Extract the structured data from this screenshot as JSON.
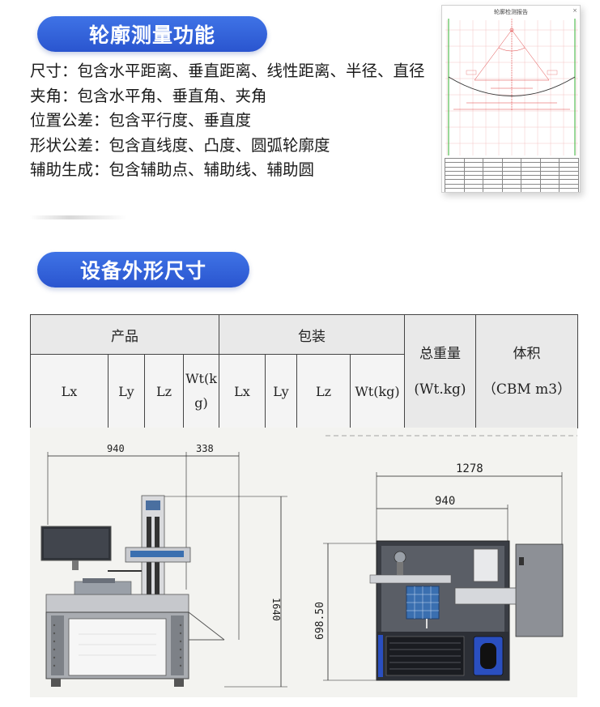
{
  "section1": {
    "title": "轮廓测量功能"
  },
  "features": [
    {
      "label": "尺寸：",
      "text": "包含水平距离、垂直距离、线性距离、半径、直径"
    },
    {
      "label": "夹角：",
      "text": "包含水平角、垂直角、夹角"
    },
    {
      "label": "位置公差：",
      "text": "包含平行度、垂直度"
    },
    {
      "label": "形状公差：",
      "text": "包含直线度、凸度、圆弧轮廓度"
    },
    {
      "label": "辅助生成：",
      "text": "包含辅助点、辅助线、辅助圆"
    }
  ],
  "report": {
    "title": "轮廓检测报告",
    "close": "×"
  },
  "section2": {
    "title": "设备外形尺寸"
  },
  "spec_table": {
    "groups": {
      "product": "产品",
      "packing": "包装",
      "total_weight": "总重量",
      "volume": "体积"
    },
    "product_cols": [
      "Lx",
      "Ly",
      "Lz",
      "Wt(kg)"
    ],
    "packing_cols": [
      "Lx",
      "Ly",
      "Lz",
      "Wt(kg)"
    ],
    "total_weight_unit": "(Wt.kg)",
    "volume_unit": "（CBM m3）"
  },
  "dimensions": {
    "front_width": "940",
    "front_side": "338",
    "front_height": "1640",
    "top_total": "1278",
    "top_width": "940",
    "top_depth": "698.50"
  },
  "colors": {
    "pill_blue": "#2f5fdb",
    "machine_gray": "#8c8f93",
    "machine_dark": "#2c2f36",
    "stage_blue": "#3a6fb0"
  }
}
